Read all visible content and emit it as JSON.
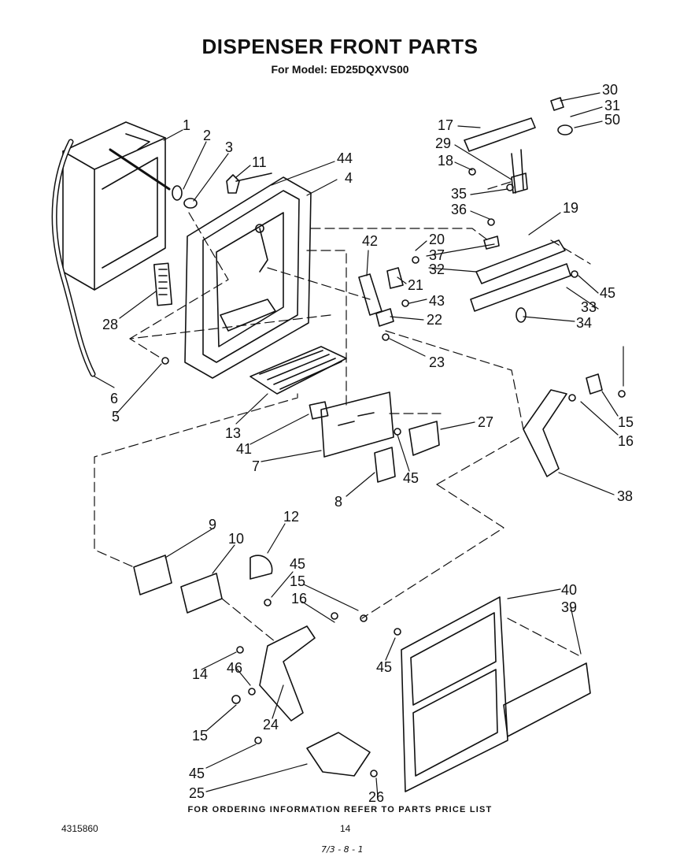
{
  "title": "DISPENSER FRONT PARTS",
  "subtitle": "For Model: ED25DQXVS00",
  "footer_note": "FOR ORDERING INFORMATION REFER TO PARTS PRICE LIST",
  "document_number": "4315860",
  "page_number": "14",
  "handwritten_code": "7/3 - 8 - 1",
  "callouts": [
    "1",
    "2",
    "3",
    "11",
    "44",
    "4",
    "30",
    "31",
    "50",
    "17",
    "29",
    "18",
    "35",
    "36",
    "19",
    "42",
    "20",
    "37",
    "21",
    "32",
    "43",
    "45",
    "33",
    "22",
    "34",
    "23",
    "28",
    "6",
    "5",
    "13",
    "41",
    "7",
    "27",
    "8",
    "45",
    "15",
    "16",
    "38",
    "9",
    "12",
    "10",
    "45",
    "15",
    "16",
    "40",
    "39",
    "14",
    "46",
    "15",
    "24",
    "45",
    "45",
    "25",
    "26"
  ]
}
